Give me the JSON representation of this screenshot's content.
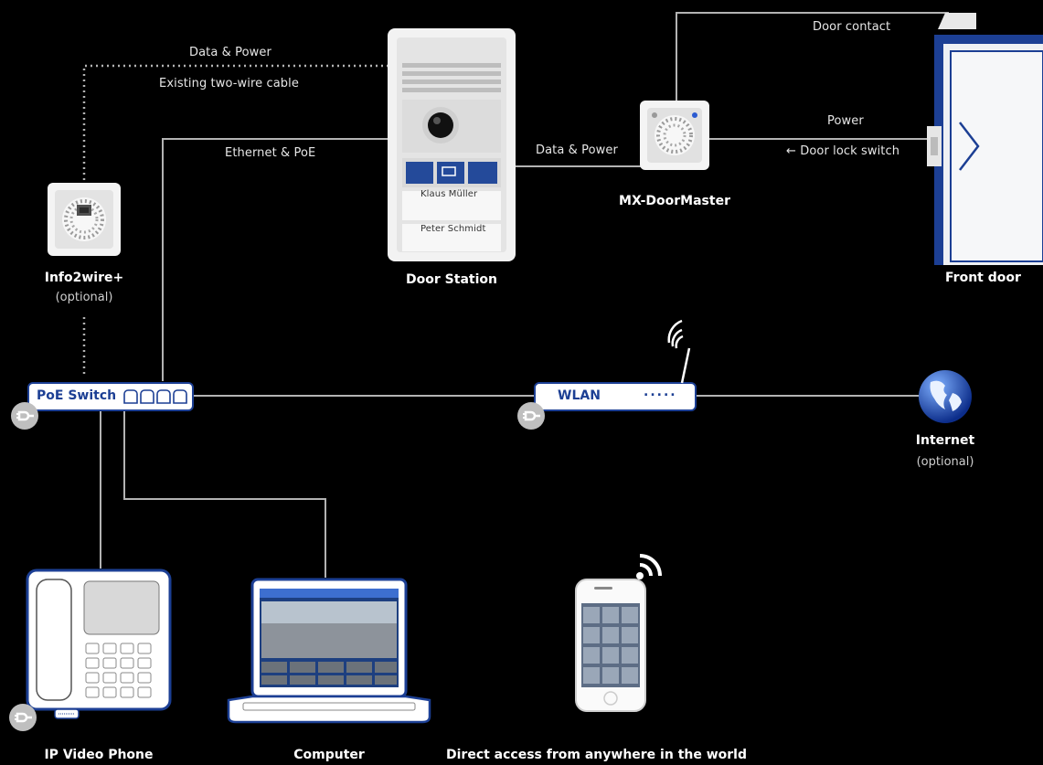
{
  "connections": {
    "data_power_top": "Data & Power",
    "existing_cable": "Existing two-wire cable",
    "ethernet_poe": "Ethernet & PoE",
    "data_power_mid": "Data & Power",
    "door_contact": "Door contact",
    "power": "Power",
    "door_lock_switch": "← Door lock switch"
  },
  "devices": {
    "info2wire": {
      "title": "Info2wire+",
      "note": "(optional)",
      "icon": "info2wire-module-icon"
    },
    "door_station": {
      "title": "Door Station",
      "icon": "door-station-icon",
      "name_plates": [
        "Klaus Müller",
        "Peter Schmidt"
      ]
    },
    "doormaster": {
      "title": "MX-DoorMaster",
      "icon": "doormaster-module-icon"
    },
    "front_door": {
      "title": "Front door",
      "icon": "door-icon"
    },
    "poe_switch": {
      "label": "PoE Switch",
      "icon": "switch-ports-icon"
    },
    "wlan": {
      "label": "WLAN",
      "dots": ".....",
      "icon": "wifi-router-icon"
    },
    "internet": {
      "title": "Internet",
      "note": "(optional)",
      "icon": "globe-icon"
    },
    "ip_phone": {
      "title": "IP Video Phone",
      "icon": "ip-video-phone-icon"
    },
    "computer": {
      "title": "Computer",
      "icon": "laptop-icon"
    },
    "smartphone": {
      "title": "Direct access from anywhere in the world",
      "icon": "smartphone-icon"
    }
  },
  "colors": {
    "background": "#000000",
    "wire": "#b3b3b3",
    "brand_blue": "#1c3f94",
    "device_white": "#f2f2f2"
  }
}
